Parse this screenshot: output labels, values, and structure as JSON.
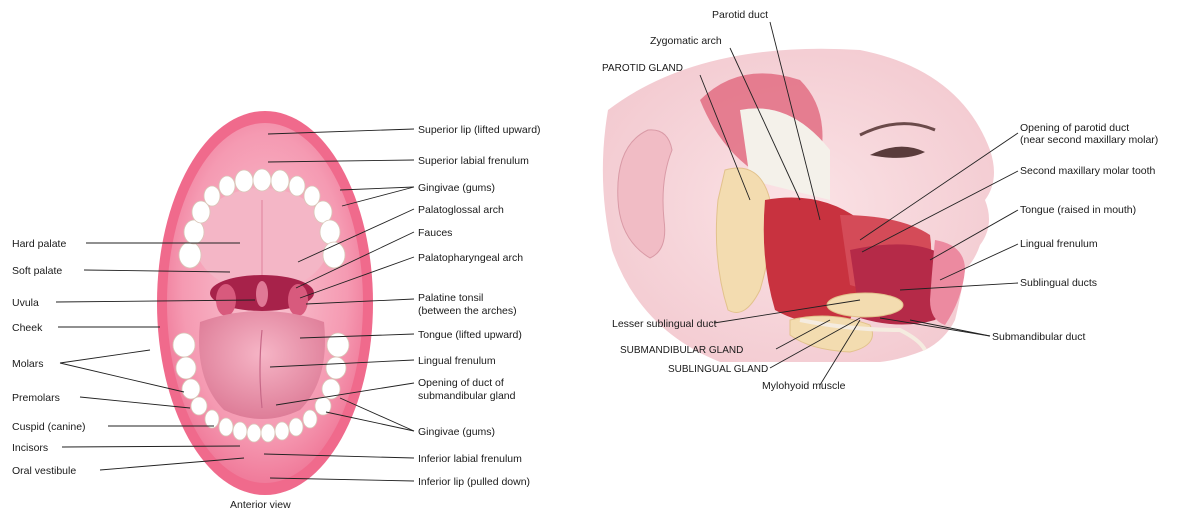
{
  "anterior": {
    "caption": "Anterior view",
    "right_labels": {
      "superior_lip": "Superior lip (lifted upward)",
      "superior_labial_frenulum": "Superior labial frenulum",
      "gingivae_upper": "Gingivae (gums)",
      "palatoglossal_arch": "Palatoglossal arch",
      "fauces": "Fauces",
      "palatopharyngeal_arch": "Palatopharyngeal arch",
      "palatine_tonsil_1": "Palatine tonsil",
      "palatine_tonsil_2": "(between the arches)",
      "tongue": "Tongue (lifted upward)",
      "lingual_frenulum": "Lingual frenulum",
      "duct_1": "Opening of duct of",
      "duct_2": "submandibular gland",
      "gingivae_lower": "Gingivae (gums)",
      "inferior_labial_frenulum": "Inferior labial frenulum",
      "inferior_lip": "Inferior lip (pulled down)"
    },
    "left_labels": {
      "hard_palate": "Hard palate",
      "soft_palate": "Soft palate",
      "uvula": "Uvula",
      "cheek": "Cheek",
      "molars": "Molars",
      "premolars": "Premolars",
      "cuspid": "Cuspid (canine)",
      "incisors": "Incisors",
      "oral_vestibule": "Oral vestibule"
    }
  },
  "lateral": {
    "labels": {
      "parotid_duct": "Parotid duct",
      "zygomatic_arch": "Zygomatic arch",
      "parotid_gland": "PAROTID GLAND",
      "opening_parotid_1": "Opening of parotid duct",
      "opening_parotid_2": "(near second maxillary molar)",
      "second_molar": "Second maxillary molar tooth",
      "tongue_raised": "Tongue (raised in mouth)",
      "lingual_frenulum": "Lingual frenulum",
      "sublingual_ducts": "Sublingual ducts",
      "lesser_sublingual_duct": "Lesser sublingual duct",
      "submandibular_gland": "SUBMANDIBULAR GLAND",
      "submandibular_duct": "Submandibular duct",
      "sublingual_gland": "SUBLINGUAL GLAND",
      "mylohyoid": "Mylohyoid muscle"
    }
  },
  "colors": {
    "lip_pink": "#f06a8c",
    "mucosa": "#f4a7bd",
    "palate": "#f7c3d0",
    "tongue": "#e98fa8",
    "throat": "#a7224a",
    "teeth": "#ffffff",
    "skin": "#f7d7db",
    "muscle": "#c8323f",
    "gland": "#f3dcb0"
  }
}
